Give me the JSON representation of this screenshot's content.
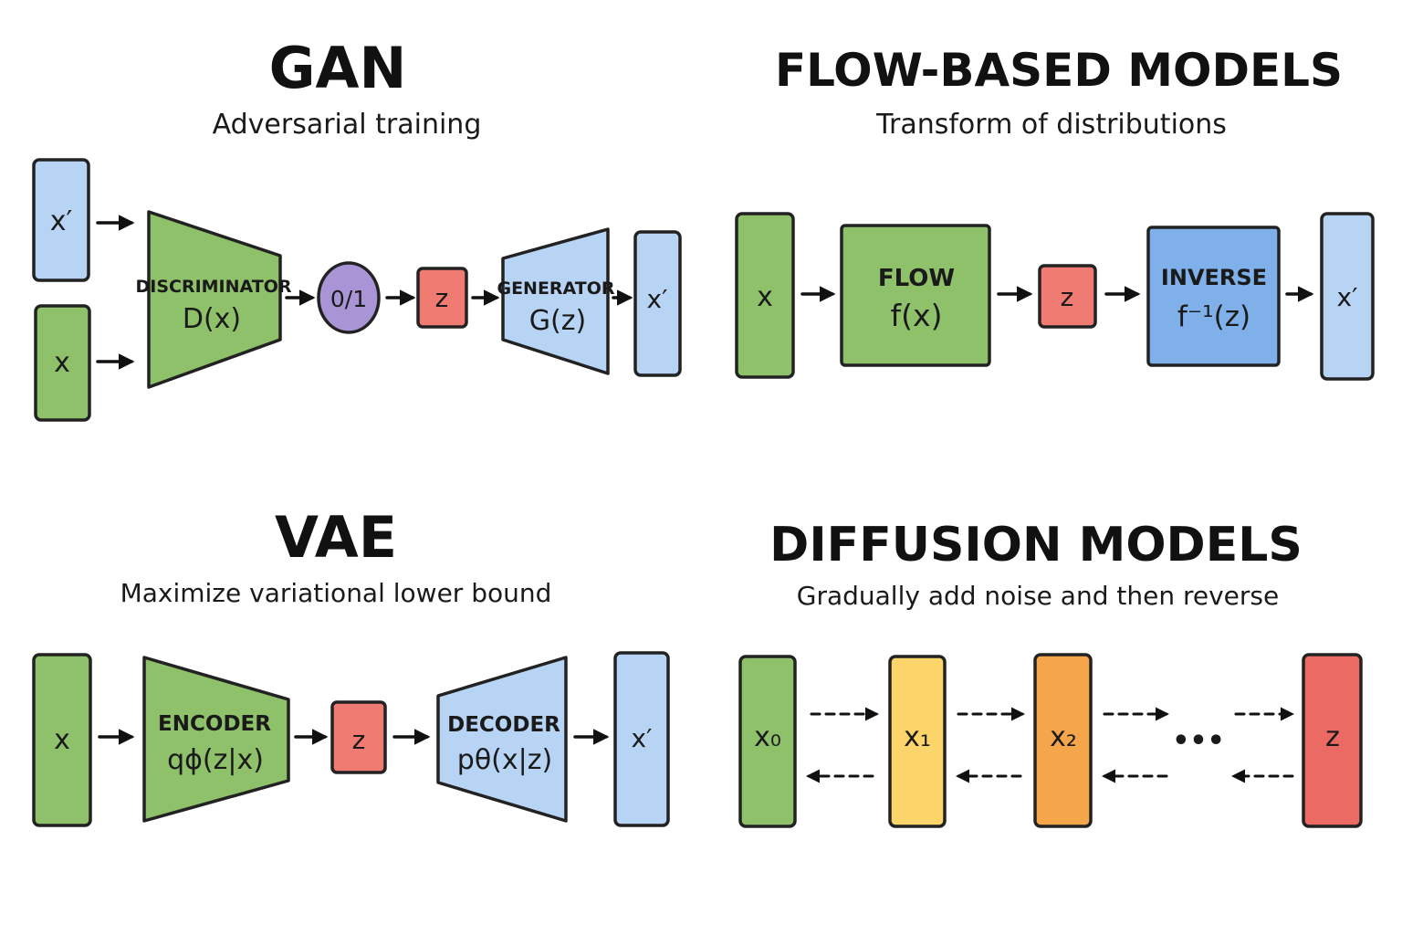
{
  "gan": {
    "title": "GAN",
    "subtitle": "Adversarial training",
    "input_fake": "x′",
    "input_real": "x",
    "discriminator_label": "DISCRIMINATOR",
    "discriminator_fn": "D(x)",
    "output": "0/1",
    "latent": "z",
    "generator_label": "GENERATOR",
    "generator_fn": "G(z)",
    "gen_output": "x′"
  },
  "flow": {
    "title": "FLOW-BASED MODELS",
    "subtitle": "Transform of distributions",
    "input": "x",
    "flow_label": "FLOW",
    "flow_fn": "f(x)",
    "latent": "z",
    "inverse_label": "INVERSE",
    "inverse_fn": "f⁻¹(z)",
    "output": "x′"
  },
  "vae": {
    "title": "VAE",
    "subtitle": "Maximize variational lower bound",
    "input": "x",
    "encoder_label": "ENCODER",
    "encoder_fn": "qϕ(z|x)",
    "latent": "z",
    "decoder_label": "DECODER",
    "decoder_fn": "pθ(x|z)",
    "output": "x′"
  },
  "diffusion": {
    "title": "DIFFUSION MODELS",
    "subtitle": "Gradually add noise and then reverse",
    "x0": "x₀",
    "x1": "x₁",
    "x2": "x₂",
    "ellipsis": "•••",
    "latent": "z"
  },
  "colors": {
    "green": "#8fc16a",
    "light_blue": "#b8d4f4",
    "blue": "#7fb0ea",
    "red": "#ef7b72",
    "purple": "#a995d6",
    "yellow": "#fbd56a",
    "orange": "#f6a64a"
  }
}
